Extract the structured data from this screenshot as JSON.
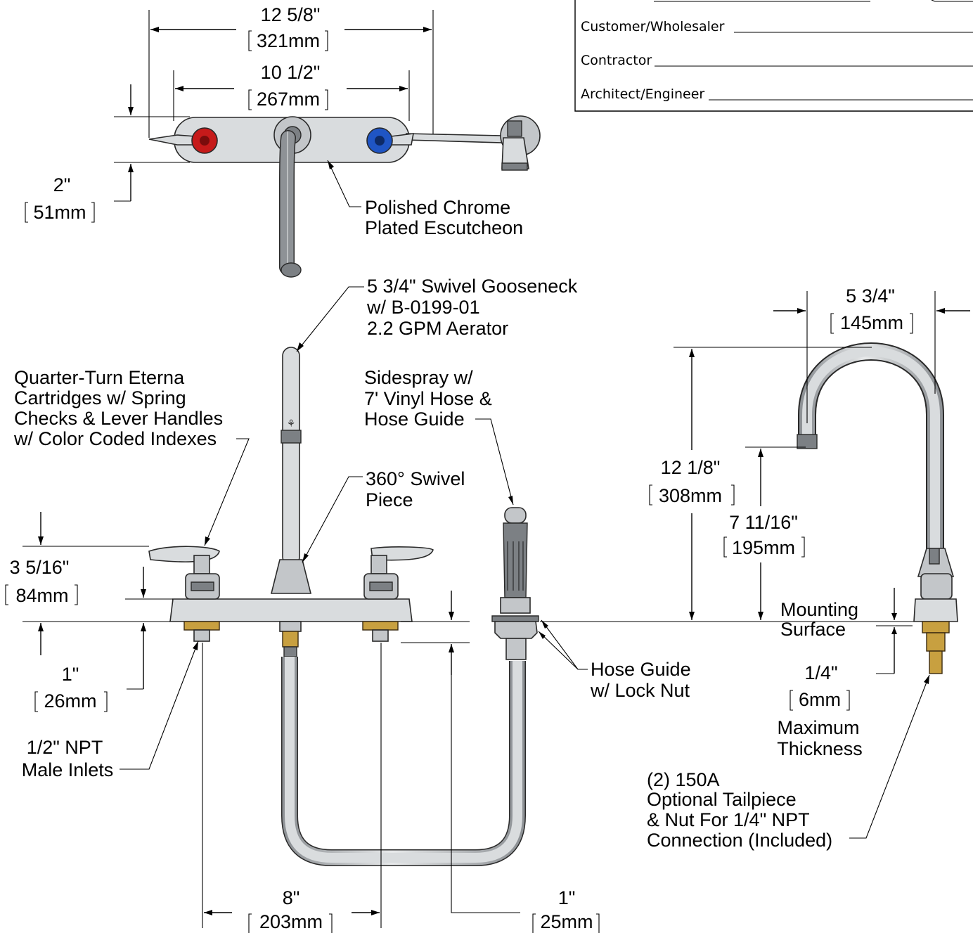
{
  "form": {
    "customer": "Customer/Wholesaler",
    "contractor": "Contractor",
    "architect": "Architect/Engineer"
  },
  "top_view": {
    "overall_width": "12 5/8\"",
    "overall_width_mm": "321mm",
    "center_width": "10 1/2\"",
    "center_width_mm": "267mm",
    "depth": "2\"",
    "depth_mm": "51mm",
    "escutcheon_line1": "Polished Chrome",
    "escutcheon_line2": "Plated Escutcheon"
  },
  "front_view": {
    "gooseneck_line1": "5 3/4\" Swivel Gooseneck",
    "gooseneck_line2": "w/  B-0199-01",
    "gooseneck_line3": "2.2 GPM Aerator",
    "cartridge_line1": "Quarter-Turn Eterna",
    "cartridge_line2": "Cartridges w/ Spring",
    "cartridge_line3": "Checks & Lever Handles",
    "cartridge_line4": "w/ Color Coded Indexes",
    "sidespray_line1": "Sidespray w/",
    "sidespray_line2": "7' Vinyl Hose &",
    "sidespray_line3": "Hose Guide",
    "swivel_line1": "360° Swivel",
    "swivel_line2": "Piece",
    "handle_height": "3 5/16\"",
    "handle_height_mm": "84mm",
    "shank": "1\"",
    "shank_mm": "26mm",
    "inlets_line1": "1/2\" NPT",
    "inlets_line2": "Male Inlets",
    "hose_guide_line1": "Hose Guide",
    "hose_guide_line2": "w/ Lock Nut",
    "centers": "8\"",
    "centers_mm": "203mm",
    "guide_offset": "1\"",
    "guide_offset_mm": "25mm"
  },
  "side_view": {
    "reach": "5 3/4\"",
    "reach_mm": "145mm",
    "height": "12 1/8\"",
    "height_mm": "308mm",
    "clearance": "7 11/16\"",
    "clearance_mm": "195mm",
    "mounting_line1": "Mounting",
    "mounting_line2": "Surface",
    "thickness": "1/4\"",
    "thickness_mm": "6mm",
    "thickness_line1": "Maximum",
    "thickness_line2": "Thickness",
    "tailpiece_line1": "(2) 150A",
    "tailpiece_line2": "Optional Tailpiece",
    "tailpiece_line3": "& Nut For 1/4\" NPT",
    "tailpiece_line4": "Connection (Included)"
  }
}
